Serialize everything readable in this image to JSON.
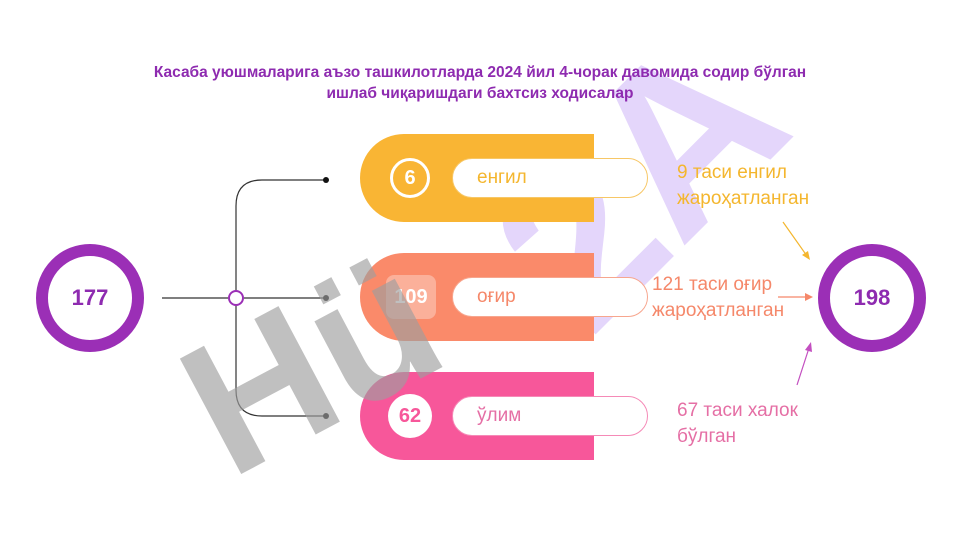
{
  "title": {
    "line1": "Касаба уюшмаларига аъзо ташкилотларда 2024 йил 4-чорак давомида содир бўлган",
    "line2": "ишлаб чиқаришдаги бахтсиз ходисалар"
  },
  "left_total": "177",
  "right_total": "198",
  "categories": [
    {
      "value": "6",
      "label": "енгил",
      "note_line1": "9 таси енгил",
      "note_line2": "жароҳатланган",
      "color": "#f9b534"
    },
    {
      "value": "109",
      "label": "оғир",
      "note_line1": "121 таси оғир",
      "note_line2": "жароҳатланган",
      "color": "#fa8a6a"
    },
    {
      "value": "62",
      "label": "ўлим",
      "note_line1": "67 таси халок",
      "note_line2": "бўлган",
      "color": "#f7579a"
    }
  ],
  "colors": {
    "title": "#8e2bb0",
    "ring": "#9b2fb6",
    "watermark_purple": "#e2d3fb",
    "watermark_gray": "#bdbdbd"
  },
  "watermark": {
    "left_part": "Hü",
    "right_part": "2A"
  }
}
